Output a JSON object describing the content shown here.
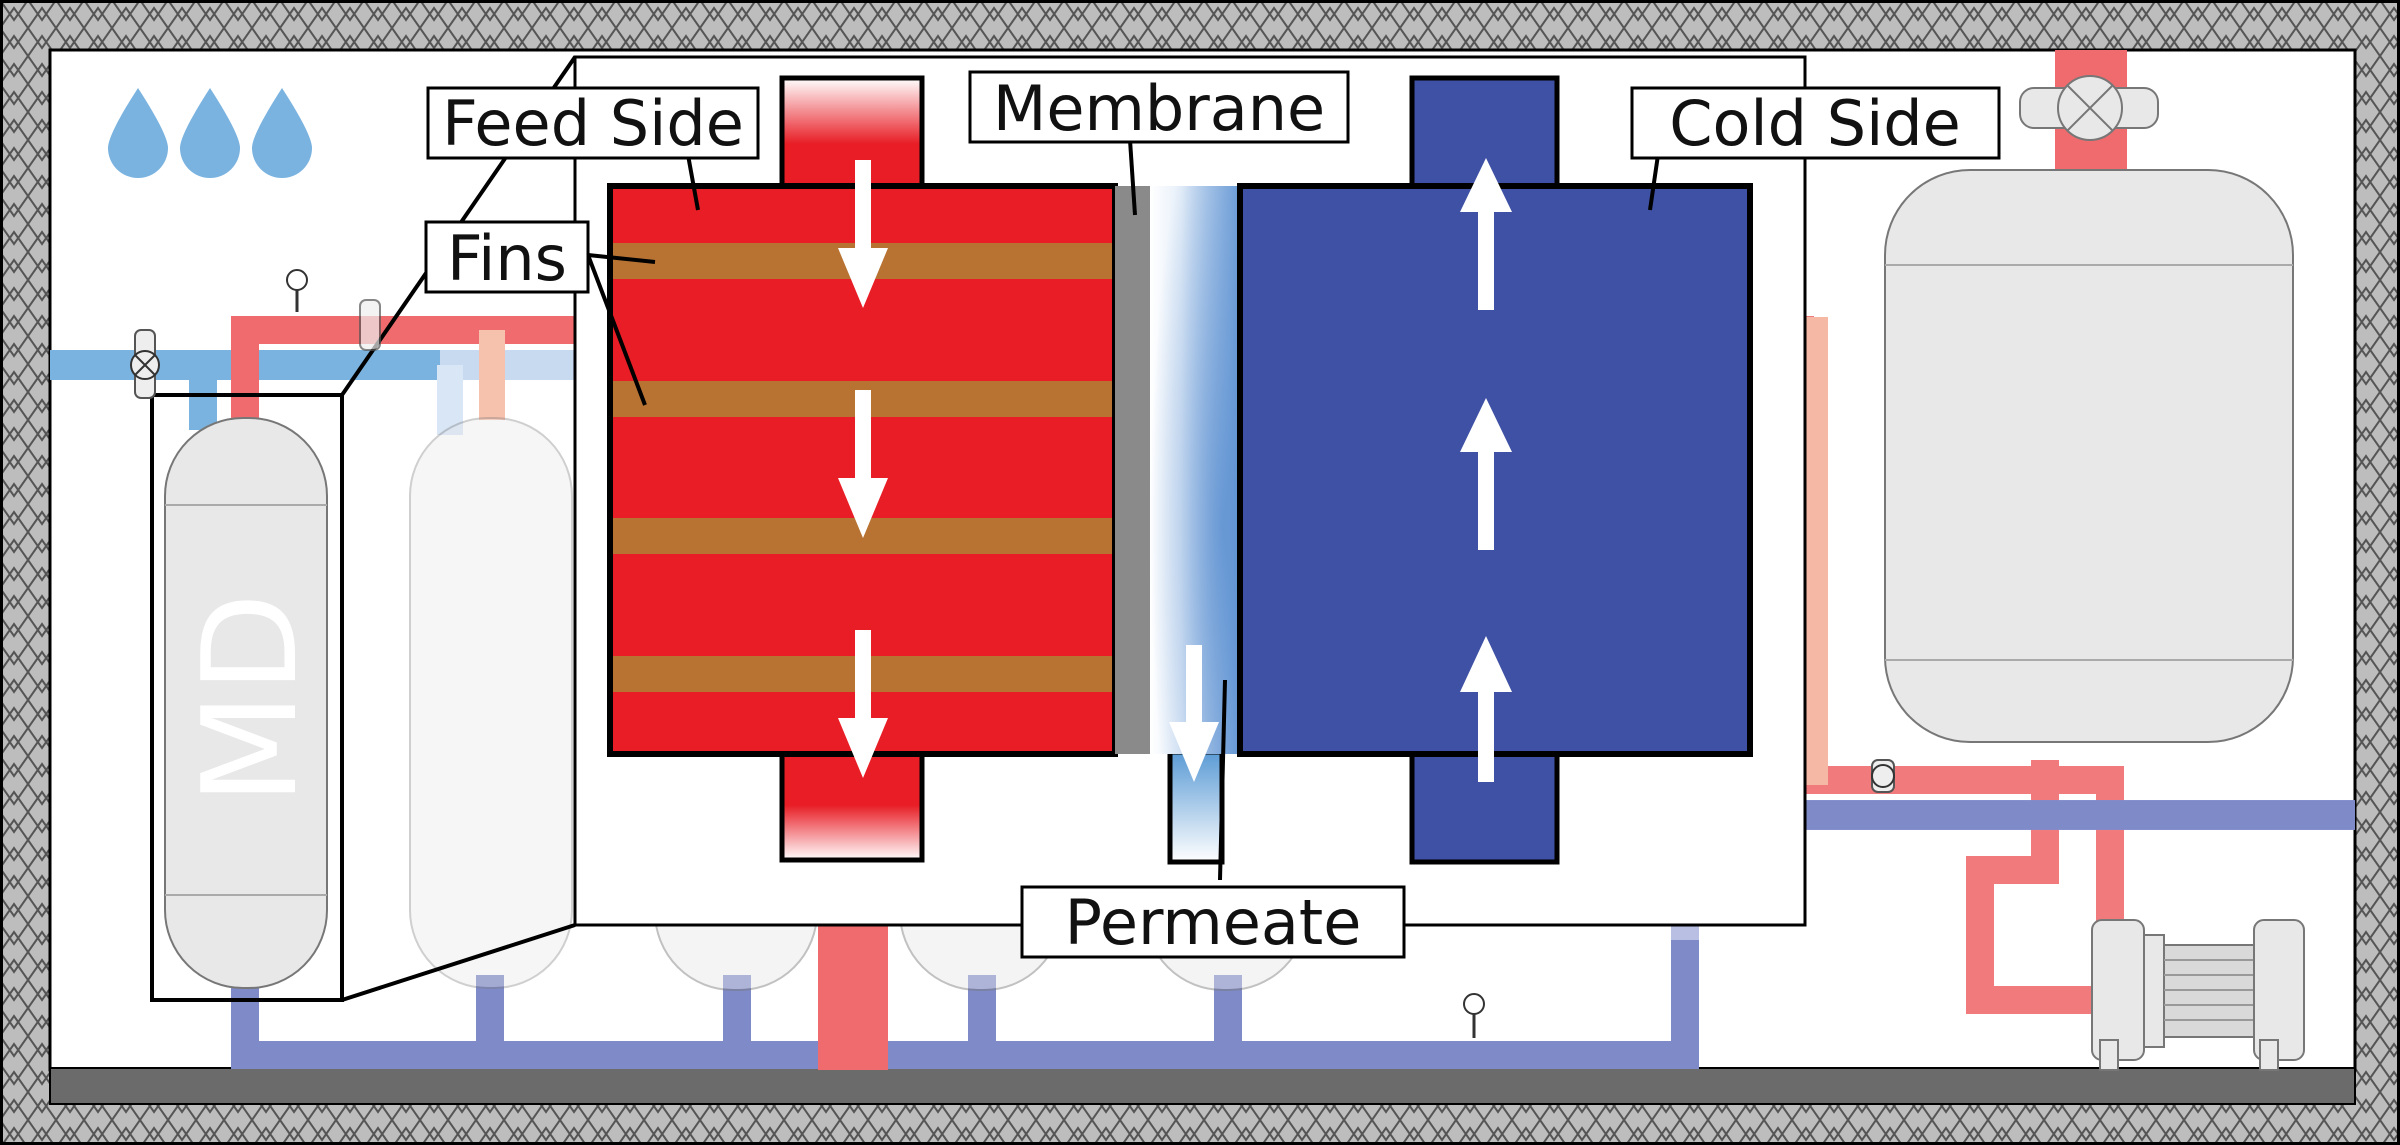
{
  "labels": {
    "feed_side": "Feed Side",
    "membrane": "Membrane",
    "cold_side": "Cold Side",
    "fins": "Fins",
    "permeate": "Permeate",
    "module_tag": "MD"
  },
  "colors": {
    "hot": "#e81d25",
    "hot_pipe": "#ef6b6e",
    "cold": "#3f51a5",
    "cold_pipe": "#7f8ac9",
    "fin": "#b87333",
    "water": "#7ab3e0",
    "frame": "#bdbdbd",
    "floor": "#6b6b6b"
  },
  "icons": [
    "water-drop-icon",
    "valve-icon",
    "pressure-gauge-icon",
    "pump-icon",
    "flow-arrow-icon"
  ]
}
